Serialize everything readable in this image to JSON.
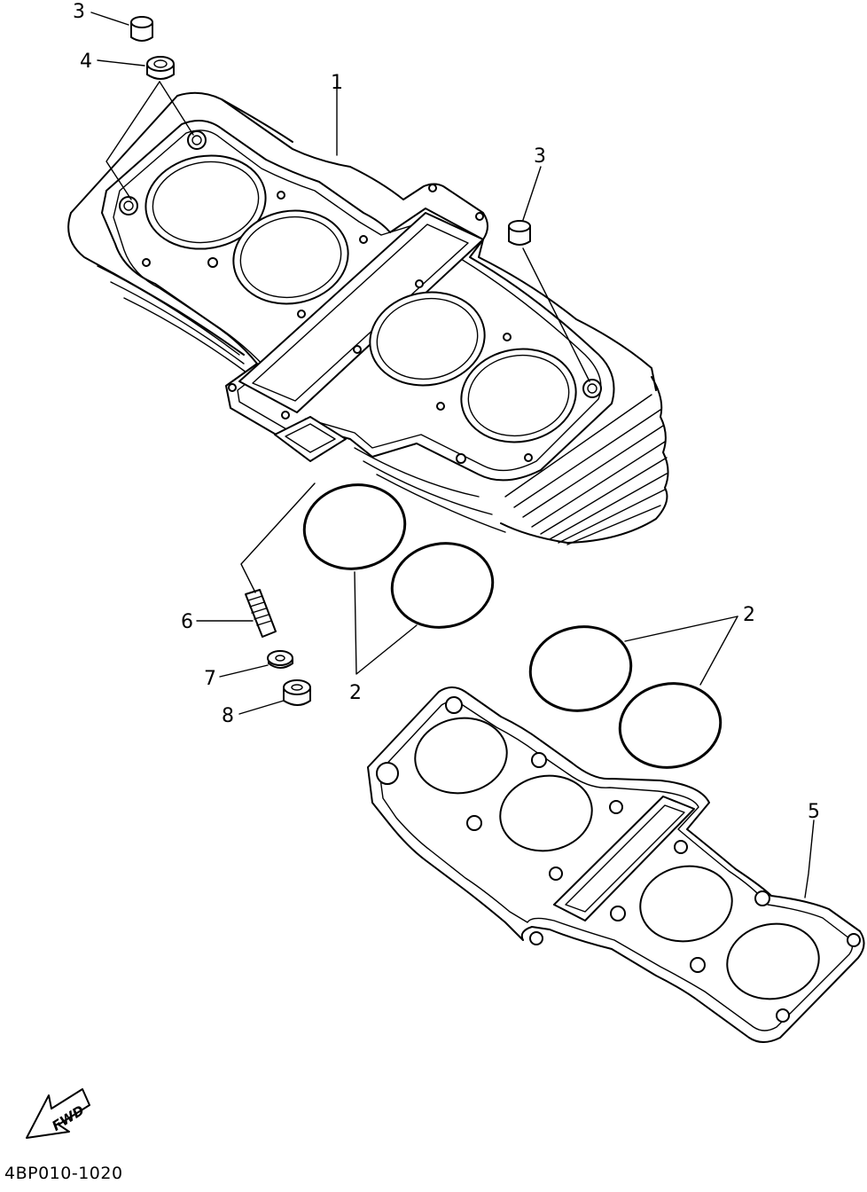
{
  "callouts": {
    "c1": "1",
    "c2a": "2",
    "c2b": "2",
    "c3a": "3",
    "c3b": "3",
    "c4": "4",
    "c5": "5",
    "c6": "6",
    "c7": "7",
    "c8": "8"
  },
  "fwd_label": "FWD",
  "diagram_code": "4BP010-1020"
}
